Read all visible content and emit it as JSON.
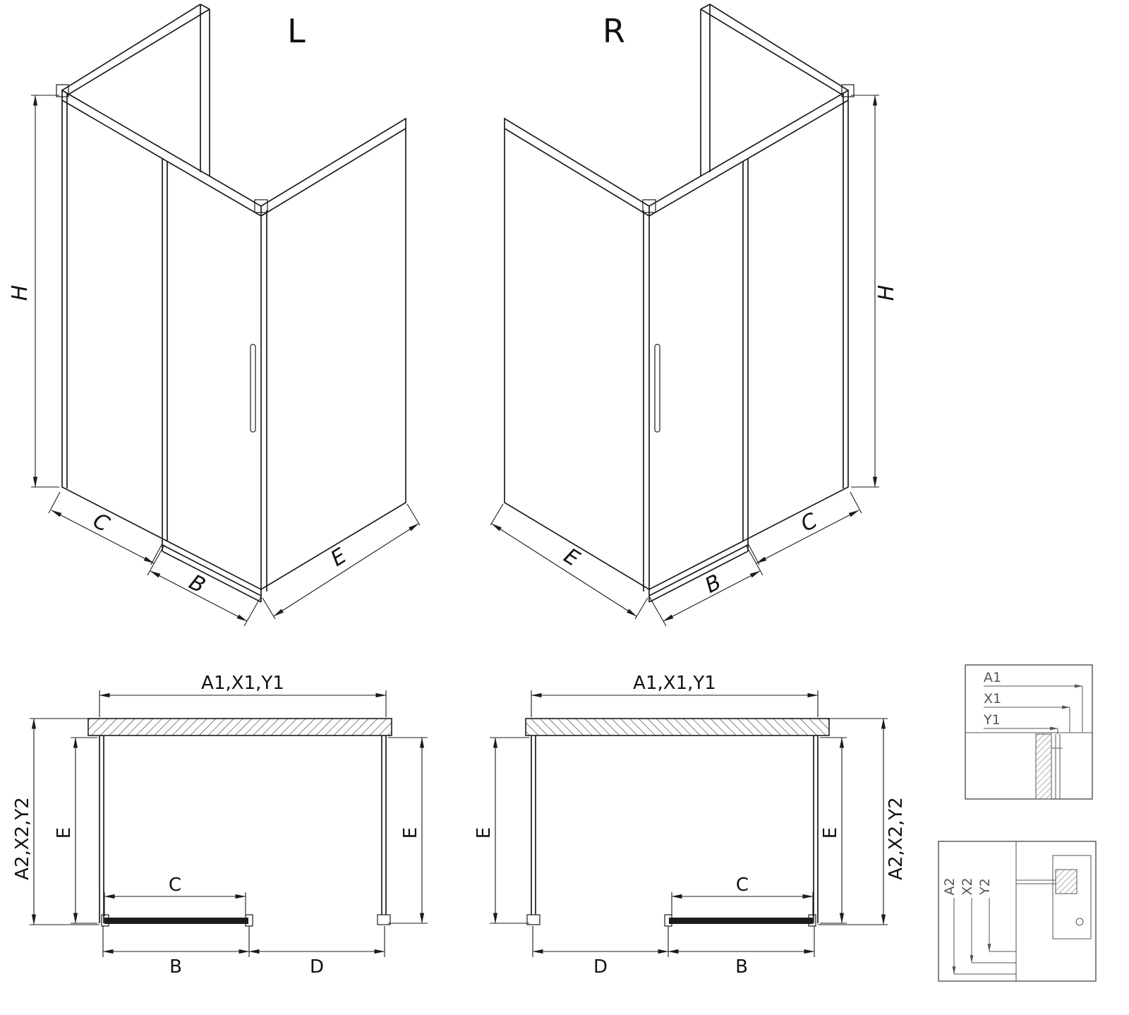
{
  "iso_left": {
    "title": "L",
    "dim_h": "H",
    "dim_c": "C",
    "dim_b": "B",
    "dim_e": "E"
  },
  "iso_right": {
    "title": "R",
    "dim_h": "H",
    "dim_c": "C",
    "dim_b": "B",
    "dim_e": "E"
  },
  "plan_left": {
    "dim_width": "A1,X1,Y1",
    "dim_depth_outer": "A2,X2,Y2",
    "dim_e_left": "E",
    "dim_e_right": "E",
    "dim_c": "C",
    "dim_b": "B",
    "dim_d": "D"
  },
  "plan_right": {
    "dim_width": "A1,X1,Y1",
    "dim_depth_outer": "A2,X2,Y2",
    "dim_e_left": "E",
    "dim_e_right": "E",
    "dim_c": "C",
    "dim_b": "B",
    "dim_d": "D"
  },
  "detail_wall_profile": {
    "dim_a1": "A1",
    "dim_x1": "X1",
    "dim_y1": "Y1"
  },
  "detail_floor_profile": {
    "dim_a2": "A2",
    "dim_x2": "X2",
    "dim_y2": "Y2"
  }
}
